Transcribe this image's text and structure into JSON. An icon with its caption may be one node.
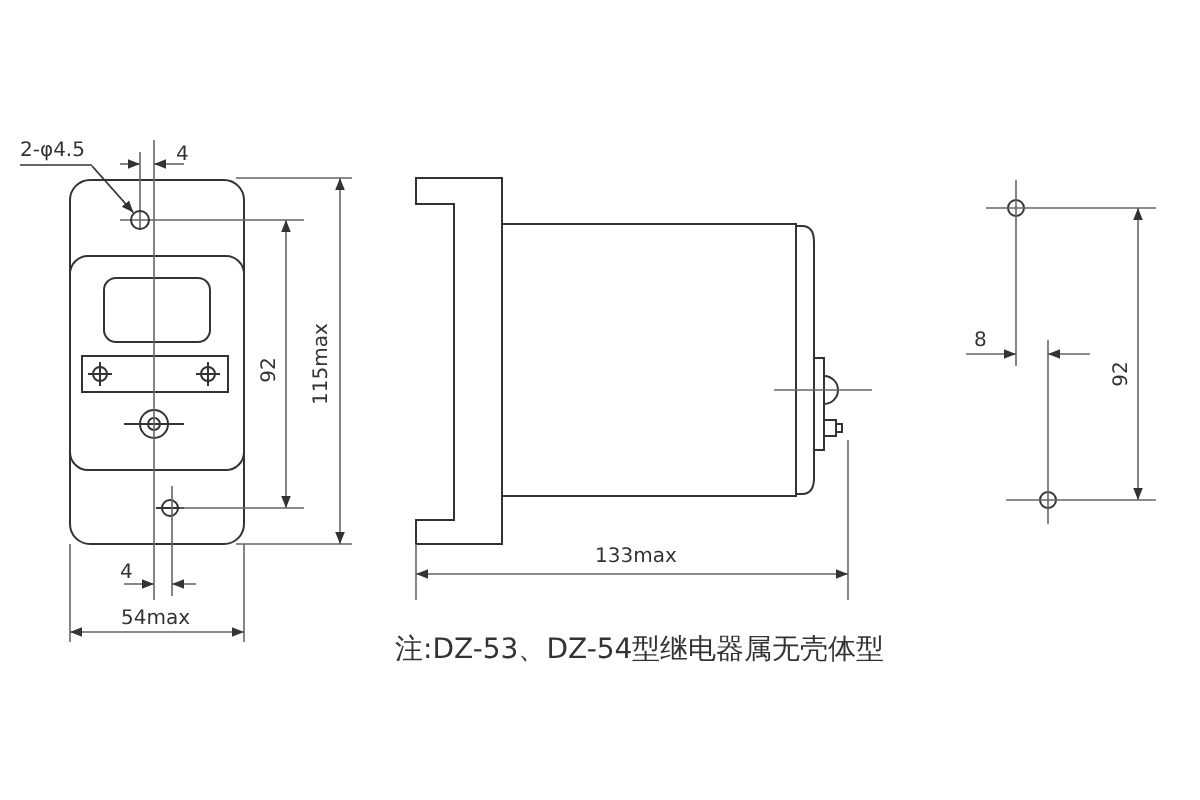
{
  "diagram": {
    "caption": "注:DZ-53、DZ-54型继电器属无壳体型",
    "nodes": [
      {
        "text": [
          "2-φ4.5"
        ]
      },
      {
        "text": [],
        "shape": "circle"
      }
    ],
    "edges": [
      {
        "from": 0,
        "to": 1,
        "arrow": "to"
      }
    ],
    "labels": [
      "4",
      "92",
      "115max",
      "4",
      "54max",
      "133max",
      "8",
      "92"
    ]
  }
}
